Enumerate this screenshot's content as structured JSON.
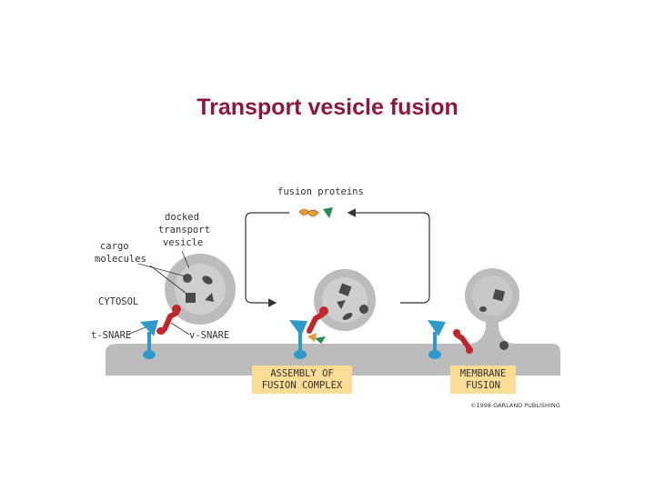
{
  "title": "Transport vesicle fusion",
  "labels": {
    "fusion_proteins": "fusion proteins",
    "docked": "docked",
    "transport": "transport",
    "vesicle": "vesicle",
    "cargo": "cargo",
    "molecules": "molecules",
    "cytosol": "CYTOSOL",
    "t_snare": "t-SNARE",
    "v_snare": "v-SNARE"
  },
  "boxes": {
    "assembly_line1": "ASSEMBLY OF",
    "assembly_line2": "FUSION COMPLEX",
    "membrane_line1": "MEMBRANE",
    "membrane_line2": "FUSION"
  },
  "copyright": "©1998 GARLAND PUBLISHING",
  "colors": {
    "title": "#8b1a3a",
    "membrane": "#bcbcbc",
    "vesicle": "#c4c4c4",
    "cargo": "#4a4a4a",
    "t_snare": "#2e9ac9",
    "v_snare": "#c0262d",
    "fusion_orange": "#e8993a",
    "fusion_green": "#2a8a55",
    "box_fill": "#fbdc94"
  }
}
